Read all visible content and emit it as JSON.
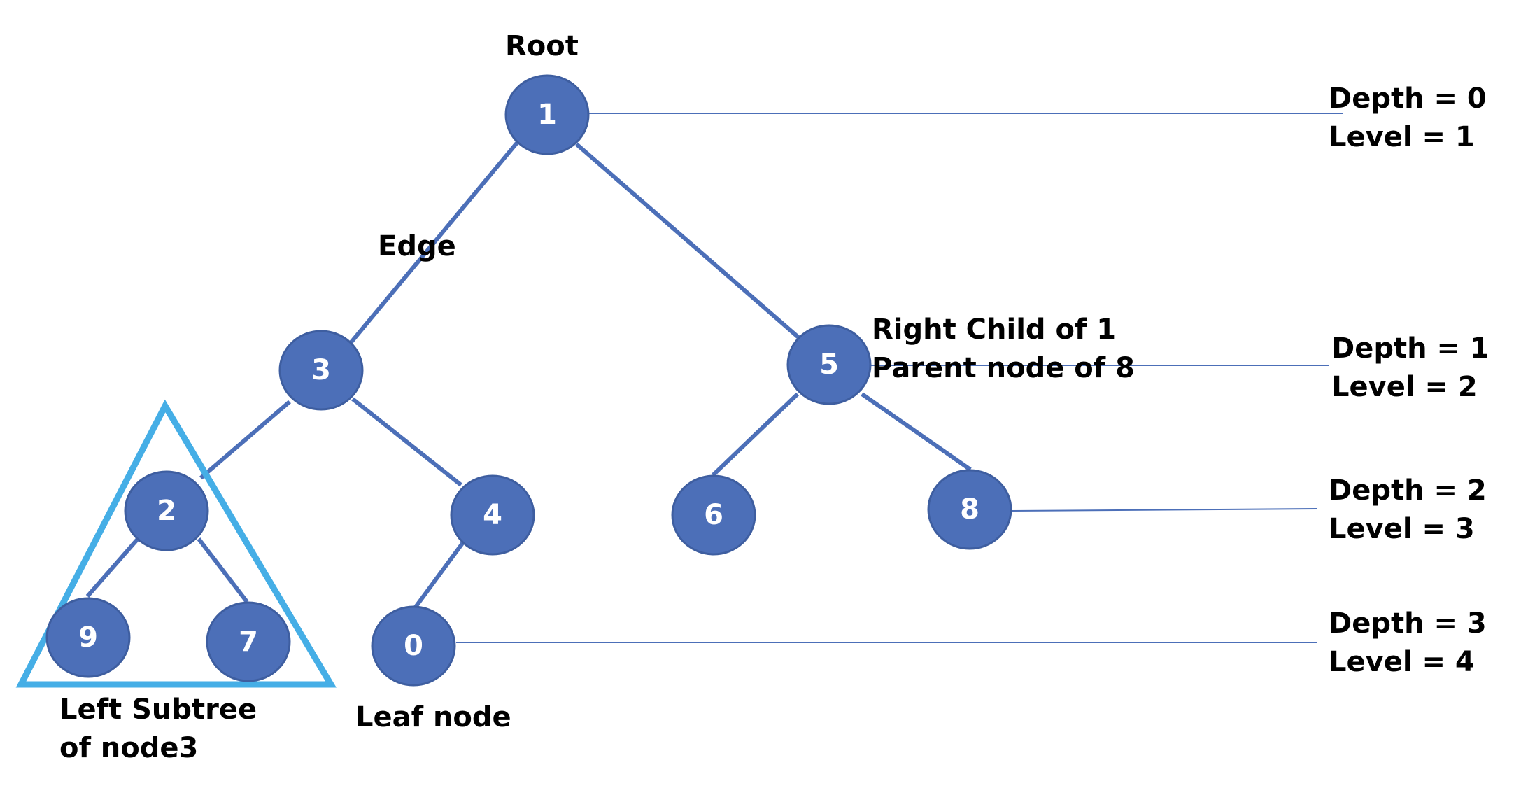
{
  "colors": {
    "node_fill": "#4c6fb8",
    "edge": "#4c6fb8",
    "subtree_highlight": "#45aee6",
    "node_text": "#ffffff",
    "label_text": "#000000"
  },
  "tree": {
    "nodes": [
      {
        "id": "n1",
        "label": "1"
      },
      {
        "id": "n3",
        "label": "3"
      },
      {
        "id": "n5",
        "label": "5"
      },
      {
        "id": "n2",
        "label": "2"
      },
      {
        "id": "n4",
        "label": "4"
      },
      {
        "id": "n6",
        "label": "6"
      },
      {
        "id": "n8",
        "label": "8"
      },
      {
        "id": "n9",
        "label": "9"
      },
      {
        "id": "n7",
        "label": "7"
      },
      {
        "id": "n0",
        "label": "0"
      }
    ],
    "edges": [
      {
        "from": "1",
        "to": "3"
      },
      {
        "from": "1",
        "to": "5"
      },
      {
        "from": "3",
        "to": "2"
      },
      {
        "from": "3",
        "to": "4"
      },
      {
        "from": "5",
        "to": "6"
      },
      {
        "from": "5",
        "to": "8"
      },
      {
        "from": "2",
        "to": "9"
      },
      {
        "from": "2",
        "to": "7"
      },
      {
        "from": "4",
        "to": "0"
      }
    ]
  },
  "annotations": {
    "root": "Root",
    "edge": "Edge",
    "right_child_line1": "Right Child of 1",
    "right_child_line2": "Parent node of 8",
    "left_subtree_line1": "Left Subtree",
    "left_subtree_line2": "of node3",
    "leaf_node": "Leaf node"
  },
  "levels": [
    {
      "depth": "Depth = 0",
      "level": "Level = 1"
    },
    {
      "depth": "Depth = 1",
      "level": "Level = 2"
    },
    {
      "depth": "Depth = 2",
      "level": "Level = 3"
    },
    {
      "depth": "Depth = 3",
      "level": "Level = 4"
    }
  ]
}
